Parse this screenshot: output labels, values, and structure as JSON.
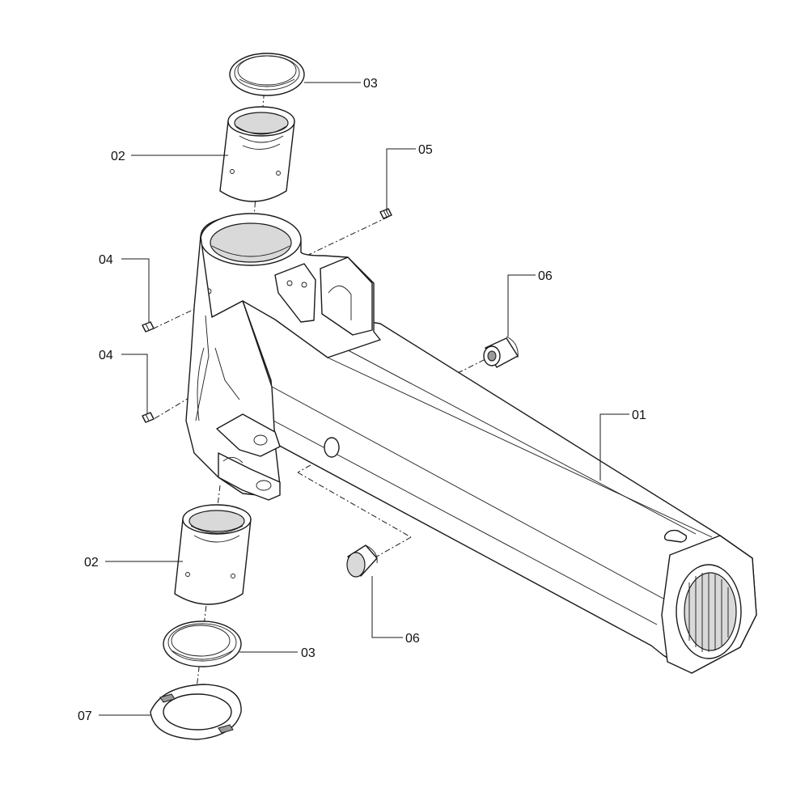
{
  "callouts": {
    "c01": "01",
    "c02_top": "02",
    "c02_bottom": "02",
    "c03_top": "03",
    "c03_bottom": "03",
    "c04_upper": "04",
    "c04_lower": "04",
    "c05": "05",
    "c06_upper": "06",
    "c06_lower": "06",
    "c07": "07"
  }
}
